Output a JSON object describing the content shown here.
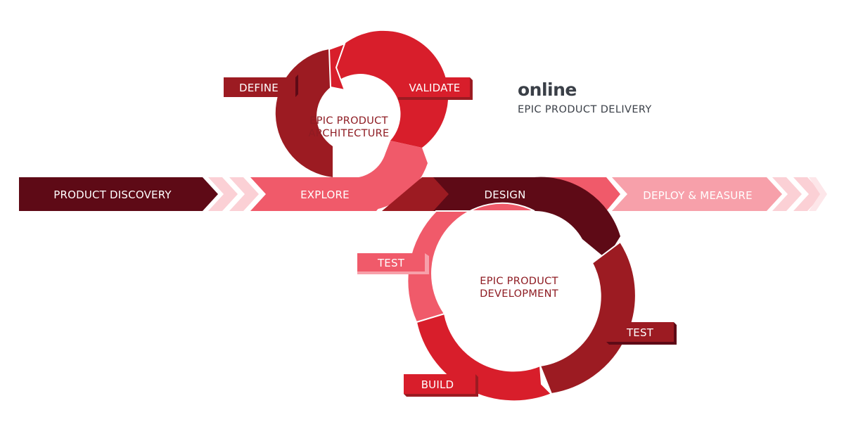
{
  "colors": {
    "darkest": "#5e0a16",
    "dark": "#9c1b22",
    "red": "#d81e2b",
    "pink": "#f05a6a",
    "light_pink": "#f7a0aa",
    "pale_pink": "#fbd0d5",
    "text_dark": "#3a3f47",
    "center_text": "#8e1b22"
  },
  "flow": {
    "product_discovery": "PRODUCT DISCOVERY",
    "explore": "EXPLORE",
    "design": "DESIGN",
    "deploy_measure": "DEPLOY & MEASURE"
  },
  "architecture_cycle": {
    "center_line1": "EPIC PRODUCT",
    "center_line2": "ARCHITECTURE",
    "define": "DEFINE",
    "validate": "VALIDATE"
  },
  "development_cycle": {
    "center_line1": "EPIC PRODUCT",
    "center_line2": "DEVELOPMENT",
    "test_left": "TEST",
    "test_right": "TEST",
    "build": "BUILD"
  },
  "brand": {
    "logo_text": "online",
    "tagline": "EPIC PRODUCT DELIVERY"
  }
}
